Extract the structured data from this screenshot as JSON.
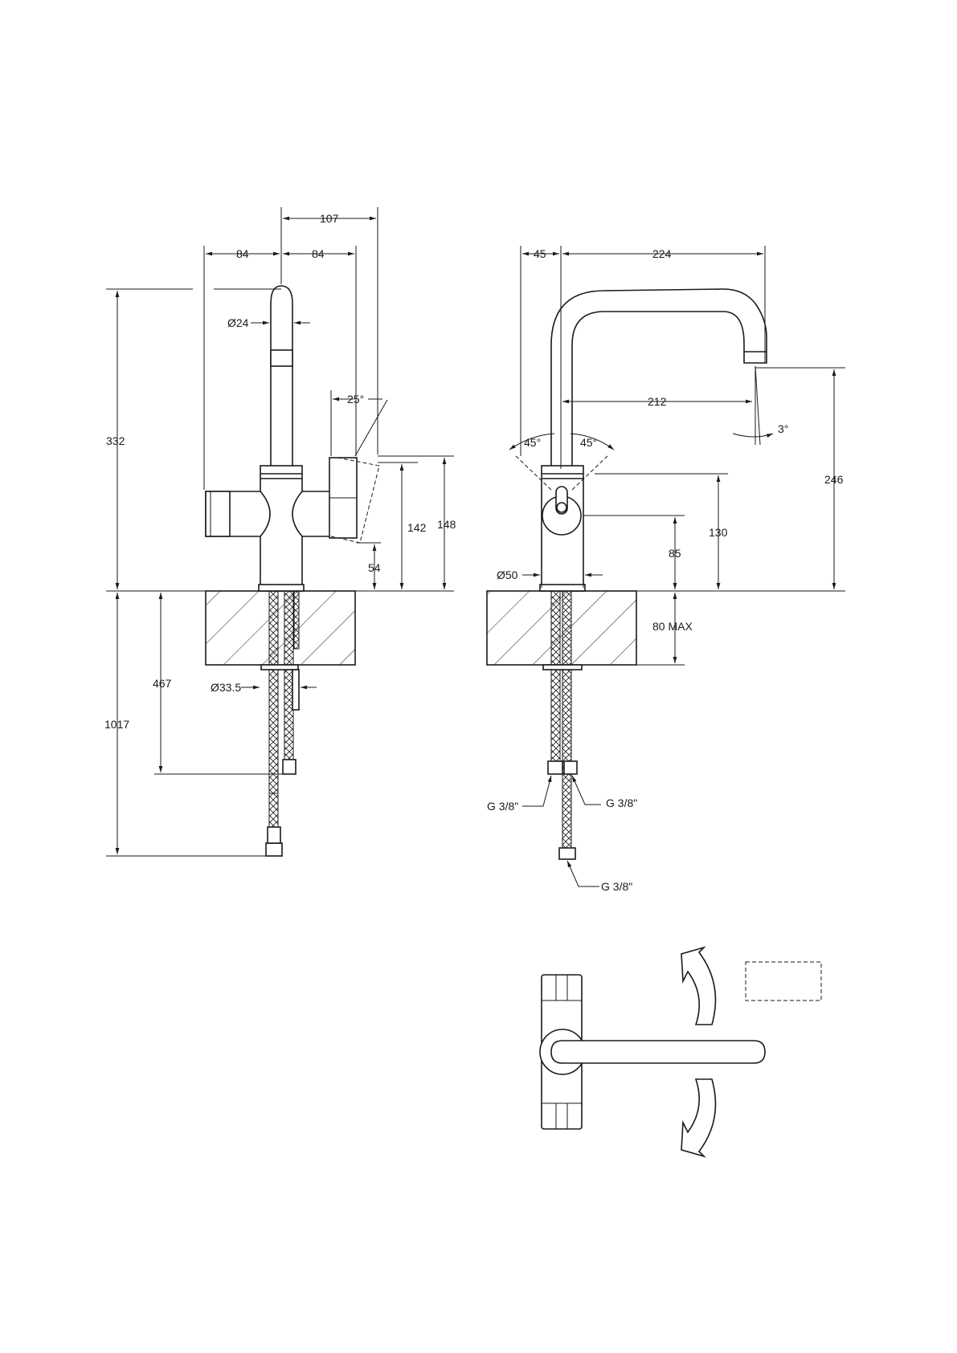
{
  "colors": {
    "line": "#1a1a1a",
    "background": "#ffffff"
  },
  "left_view": {
    "dims": {
      "d107": "107",
      "d84a": "84",
      "d84b": "84",
      "d24": "Ø24",
      "d25": "25°",
      "d332": "332",
      "d142": "142",
      "d148": "148",
      "d54": "54",
      "d467": "467",
      "d335": "Ø33.5",
      "d1017": "1017"
    }
  },
  "right_view": {
    "dims": {
      "d45": "45",
      "d224": "224",
      "d212": "212",
      "d3": "3°",
      "d45l": "45°",
      "d45r": "45°",
      "d246": "246",
      "d130": "130",
      "d85": "85",
      "d50": "Ø50",
      "d80": "80 MAX",
      "g1": "G 3/8\"",
      "g2": "G 3/8\"",
      "g3": "G 3/8\""
    }
  }
}
